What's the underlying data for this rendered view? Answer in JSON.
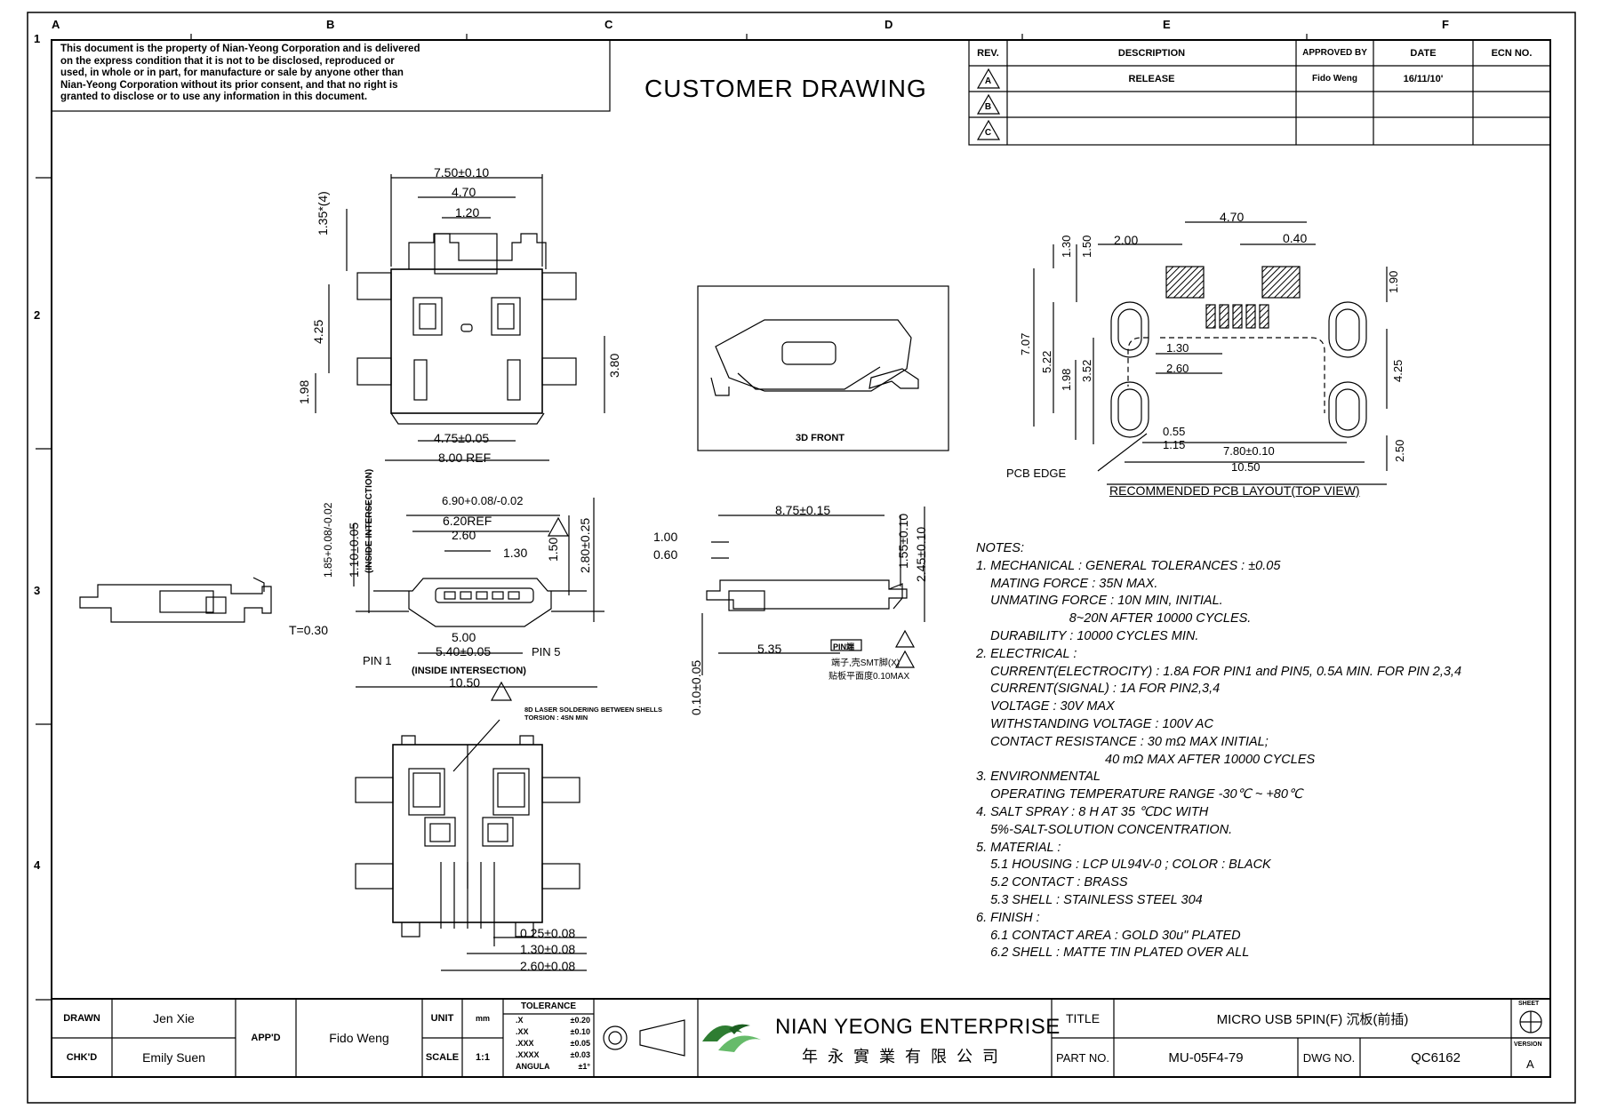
{
  "header": {
    "notice": [
      "This document is the property of Nian-Yeong Corporation and is delivered",
      "on the express condition that it is not to be disclosed, reproduced or",
      "used, in whole or in part, for manufacture or sale by anyone other than",
      "Nian-Yeong Corporation without its prior consent, and that no right is",
      "granted to disclose or to use any information in this document."
    ],
    "title": "CUSTOMER DRAWING",
    "zone_columns": [
      "A",
      "B",
      "C",
      "D",
      "E",
      "F"
    ],
    "zone_rows": [
      "1",
      "2",
      "3",
      "4"
    ]
  },
  "revision_table": {
    "headers": [
      "REV.",
      "DESCRIPTION",
      "APPROVED BY",
      "DATE",
      "ECN NO."
    ],
    "rows": [
      {
        "rev": "A",
        "description": "RELEASE",
        "approved_by": "Fido Weng",
        "date": "16/11/10'",
        "ecn": ""
      },
      {
        "rev": "B",
        "description": "",
        "approved_by": "",
        "date": "",
        "ecn": ""
      },
      {
        "rev": "C",
        "description": "",
        "approved_by": "",
        "date": "",
        "ecn": ""
      }
    ]
  },
  "views": {
    "front_3d_label": "3D FRONT",
    "pcb_layout_label": "RECOMMENDED PCB LAYOUT(TOP VIEW)",
    "pcb_edge_label": "PCB EDGE",
    "laser_note": [
      "8D LASER SOLDERING BETWEEN SHELLS",
      "TORSION : 4SN MIN"
    ],
    "pin1_label": "PIN 1",
    "pin5_label": "PIN 5",
    "inside_intersection": "(INSIDE INTERSECTION)",
    "side_note_1": "端子,壳SMT脚(X)",
    "side_note_2": "贴板平面度0.10MAX",
    "side_note_box": "PIN端"
  },
  "dimensions": {
    "top": [
      "7.50±0.10",
      "4.70",
      "1.20",
      "1.35*(4)",
      "4.25",
      "1.98",
      "3.80",
      "4.75±0.05",
      "8.00 REF"
    ],
    "front": [
      "6.90+0.08/-0.02",
      "6.20REF",
      "2.60",
      "1.30",
      "1.50",
      "2.80±0.25",
      "1.85+0.08/-0.02",
      "1.10±0.05",
      "T=0.30",
      "5.00",
      "5.40±0.05",
      "10.50"
    ],
    "side": [
      "8.75±0.15",
      "1.00",
      "0.60",
      "1.55±0.10",
      "2.45±0.10",
      "5.35",
      "0.10±0.05"
    ],
    "bottom": [
      "0.25±0.08",
      "1.30±0.08",
      "2.60±0.08"
    ],
    "pcb": [
      "4.70",
      "2.00",
      "0.40",
      "1.30",
      "1.50",
      "1.90",
      "7.07",
      "5.22",
      "1.30",
      "2.60",
      "1.98",
      "3.52",
      "4.25",
      "0.55",
      "1.15",
      "7.80±0.10",
      "10.50",
      "2.50"
    ]
  },
  "notes": [
    "NOTES:",
    "1. MECHANICAL : GENERAL TOLERANCES : ±0.05",
    "    MATING FORCE : 35N MAX.",
    "    UNMATING FORCE : 10N MIN, INITIAL.",
    "                          8~20N AFTER 10000 CYCLES.",
    "    DURABILITY : 10000 CYCLES MIN.",
    "2. ELECTRICAL :",
    "    CURRENT(ELECTROCITY) : 1.8A FOR PIN1 and PIN5, 0.5A MIN. FOR PIN 2,3,4",
    "    CURRENT(SIGNAL) : 1A FOR PIN2,3,4",
    "    VOLTAGE : 30V MAX",
    "    WITHSTANDING VOLTAGE : 100V AC",
    "    CONTACT RESISTANCE : 30 mΩ MAX INITIAL;",
    "                                    40 mΩ MAX AFTER 10000 CYCLES",
    "3. ENVIRONMENTAL",
    "    OPERATING TEMPERATURE RANGE -30℃ ~ +80℃",
    "4. SALT SPRAY : 8 H AT 35 ℃DC WITH",
    "    5%-SALT-SOLUTION CONCENTRATION.",
    "5. MATERIAL :",
    "    5.1 HOUSING : LCP UL94V-0 ; COLOR : BLACK",
    "    5.2 CONTACT : BRASS",
    "    5.3 SHELL : STAINLESS STEEL 304",
    "6. FINISH :",
    "    6.1 CONTACT AREA : GOLD 30u\" PLATED",
    "    6.2 SHELL : MATTE TIN PLATED OVER ALL"
  ],
  "title_block": {
    "drawn_label": "DRAWN",
    "drawn_value": "Jen Xie",
    "checked_label": "CHK'D",
    "checked_value": "Emily Suen",
    "approved_label": "APP'D",
    "approved_value": "Fido Weng",
    "unit_label": "UNIT",
    "unit_value": "mm",
    "scale_label": "SCALE",
    "scale_value": "1:1",
    "tolerance_title": "TOLERANCE",
    "tolerances": [
      {
        "k": ".X",
        "v": "±0.20"
      },
      {
        "k": ".XX",
        "v": "±0.10"
      },
      {
        "k": ".XXX",
        "v": "±0.05"
      },
      {
        "k": ".XXXX",
        "v": "±0.03"
      },
      {
        "k": "ANGULA",
        "v": "±1°"
      }
    ],
    "company_en": "NIAN YEONG ENTERPRISE",
    "company_cn": "年 永 實 業 有 限 公 司",
    "title_label": "TITLE",
    "title_value": "MICRO USB 5PIN(F) 沉板(前插)",
    "part_label": "PART NO.",
    "part_value": "MU-05F4-79",
    "dwg_label": "DWG NO.",
    "dwg_value": "QC6162",
    "sheet_label": "SHEET",
    "version_label": "VERSION",
    "version_value": "A"
  }
}
